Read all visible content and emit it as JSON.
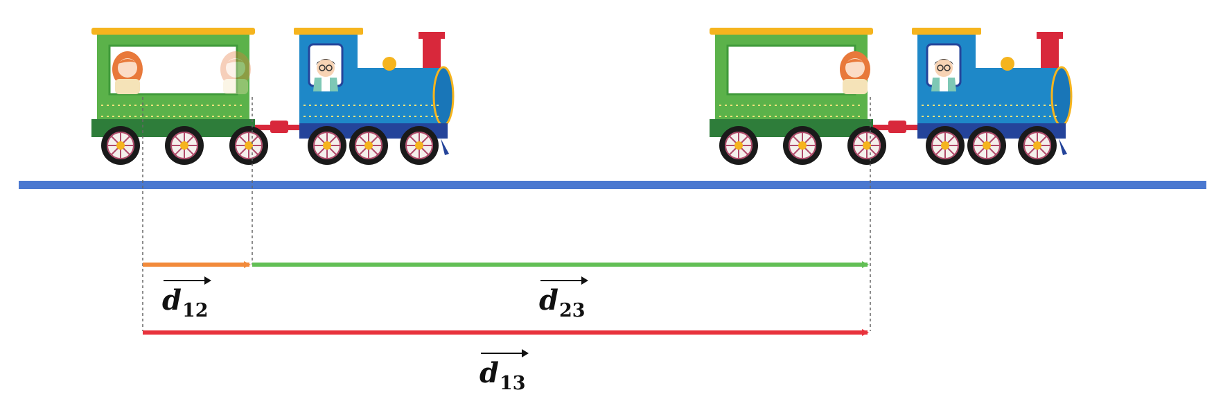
{
  "colors": {
    "track": "#4a78d0",
    "carriage": "#5bb24a",
    "carriage_dark": "#2e7d3a",
    "roof": "#f5b41e",
    "engine": "#1e88c8",
    "engine_dark": "#24449a",
    "coupling": "#d8283b",
    "vector_12": "#f28a3a",
    "vector_23": "#62bf55",
    "vector_13": "#e8323c"
  },
  "vectors": [
    {
      "id": "d12",
      "base": "d",
      "sub": "12"
    },
    {
      "id": "d23",
      "base": "d",
      "sub": "23"
    },
    {
      "id": "d13",
      "base": "d",
      "sub": "13"
    }
  ]
}
